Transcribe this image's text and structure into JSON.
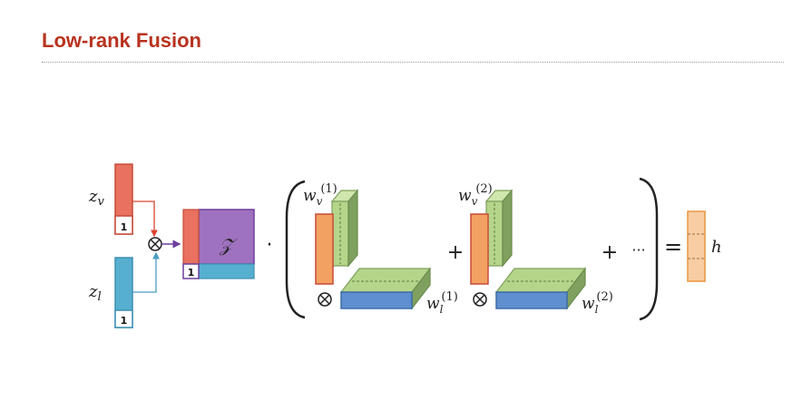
{
  "title": "Low-rank Fusion",
  "diagram": {
    "inputs": {
      "zv": {
        "var": "z",
        "sub": "v",
        "one": "1"
      },
      "zl": {
        "var": "z",
        "sub": "l",
        "one": "1"
      }
    },
    "tensor": {
      "label": "𝒵",
      "one": "1"
    },
    "dot": "·",
    "otimes": "⊗",
    "wv1": {
      "var": "w",
      "sub": "v",
      "sup": "(1)"
    },
    "wl1": {
      "var": "w",
      "sub": "l",
      "sup": "(1)"
    },
    "wv2": {
      "var": "w",
      "sub": "v",
      "sup": "(2)"
    },
    "wl2": {
      "var": "w",
      "sub": "l",
      "sup": "(2)"
    },
    "plus": "+",
    "ellipsis": "···",
    "equals": "=",
    "output": "h"
  },
  "colors": {
    "title": "#b8331f",
    "red": "#e8715f",
    "blue": "#57afd0",
    "purple": "#9f72bf",
    "orange": "#f3a163",
    "green": "#b5d58a",
    "green_dark": "#7fa05e",
    "wl_blue": "#5f8fcf",
    "h_fill": "#f8cda4"
  }
}
